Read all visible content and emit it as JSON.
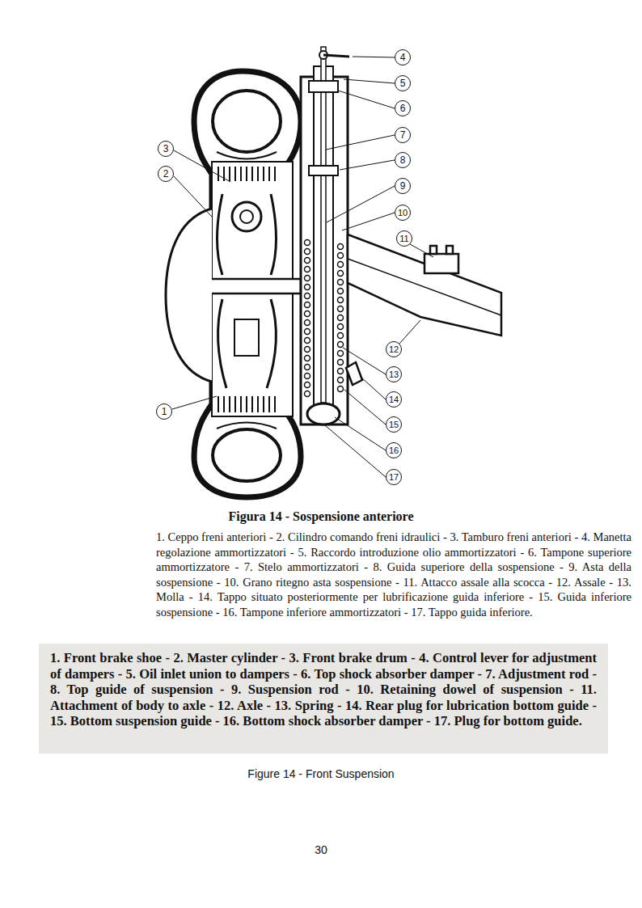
{
  "diagram": {
    "title": "Figura 14 - Sospensione anteriore",
    "caption": "Figure 14 - Front Suspension",
    "labels": [
      "1",
      "2",
      "3",
      "4",
      "5",
      "6",
      "7",
      "8",
      "9",
      "10",
      "11",
      "12",
      "13",
      "14",
      "15",
      "16",
      "17",
      "1. Ceppo freni anteriori - 2. Cilindro comando freni idraulici - 3. Tamburo freni anteriori - 4. Manetta regolazione ammortizzatori - 5. Raccordo introduzione olio ammortizzatori - 6. Tampone superiore ammortizzatore - 7. Stelo ammortizzatori - 8. Guida superiore della sospensione - 9. Asta della sospensione - 10. Grano ritegno asta sospensione - 11. Attacco assale alla scocca - 12. Assale - 13. Molla - 14. Tappo situato posteriormente per lubrificazione guida inferiore - 15. Guida inferiore sospensione - 16. Tampone inferiore ammortizzatori - 17. Tappo guida inferiore.",
      "1. Front brake shoe - 2. Master cylinder - 3. Front brake drum - 4. Control lever for adjustment of dampers - 5. Oil inlet union to dampers - 6. Top shock absorber damper - 7. Adjustment rod - 8. Top guide of suspension - 9. Suspension rod - 10. Retaining dowel of suspension - 11. Attachment of body to axle - 12. Axle - 13. Spring - 14. Rear plug for lubrication bottom guide - 15. Bottom suspension guide - 16. Bottom shock absorber damper - 17. Plug for bottom guide.",
      "30"
    ]
  }
}
